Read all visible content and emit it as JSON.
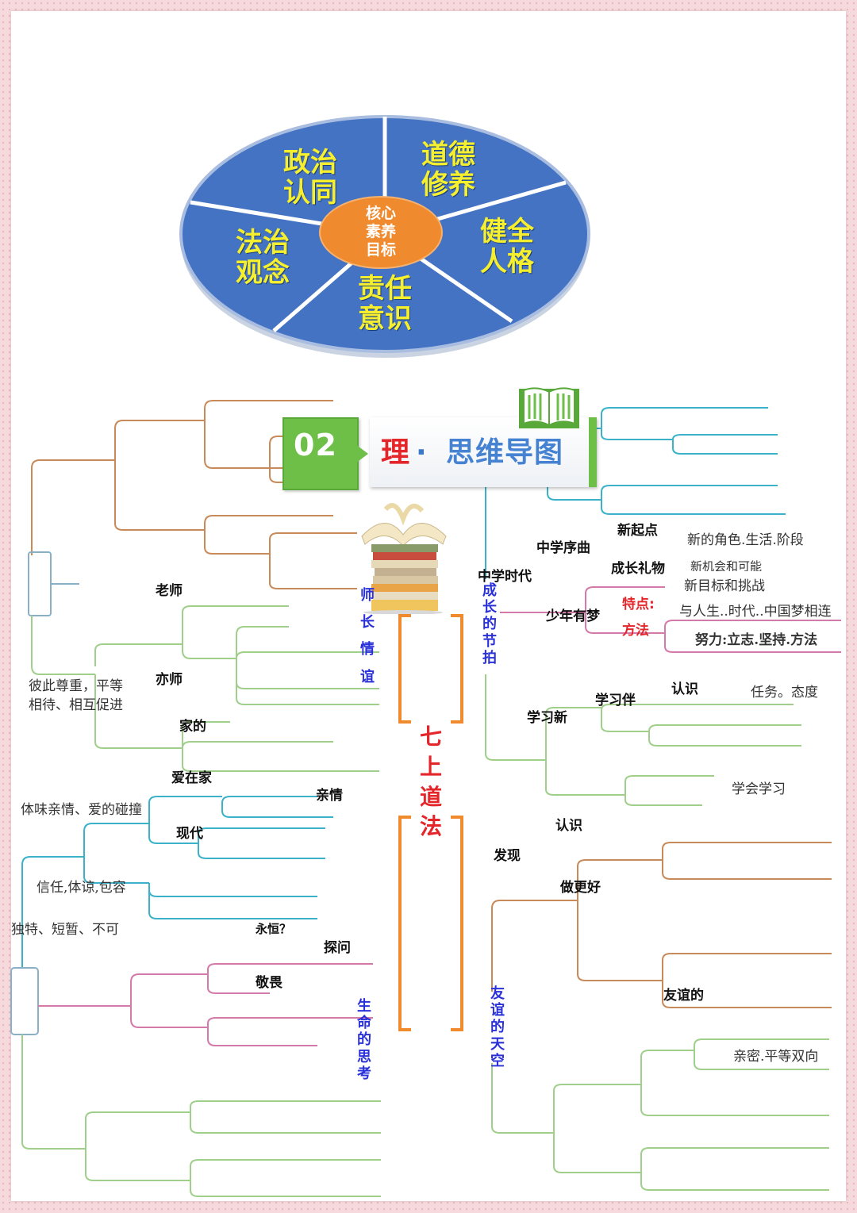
{
  "pie": {
    "center": "核心\n素养\n目标",
    "segments": [
      "政治\n认同",
      "道德\n修养",
      "健全\n人格",
      "责任\n意识",
      "法治\n观念"
    ]
  },
  "banner": {
    "number": "02",
    "title_red": "理",
    "dot": "·",
    "title_blue": "思维导图"
  },
  "central_topic": "七上道法",
  "branch_labels": {
    "teacher": "师长情谊",
    "growth": "成长的节拍",
    "life": "生命的思考",
    "friendship": "友谊的天空"
  },
  "right_top": {
    "middle_school_era": "中学时代",
    "middle_school_prelude": "中学序曲",
    "new_start": "新起点",
    "new_start_detail": "新的角色.生活.阶段",
    "growth_gift": "成长礼物",
    "growth_gift_detail": "新机会和可能",
    "new_goal": "新目标和挑战",
    "youth_dream": "少年有梦",
    "feature": "特点:",
    "feature_detail": "与人生..时代..中国梦相连",
    "method": "方法",
    "effort": "努力:立志.坚持.方法",
    "study_new": "学习新",
    "study_companion": "学习伴",
    "recognize": "认识",
    "task_attitude": "任务。态度",
    "learn_to_learn": "学会学习"
  },
  "right_bottom": {
    "recognize2": "认识",
    "discover": "发现",
    "do_better": "做更好",
    "friendship_of": "友谊的",
    "intimate": "亲密.平等双向"
  },
  "left_top": {
    "teacher": "老师",
    "yishi": "亦师",
    "mutual_respect": "彼此尊重，平等",
    "mutual_respect2": "相待、相互促进",
    "home_of": "家的",
    "love_home": "爱在家"
  },
  "left_bottom": {
    "family_love": "亲情",
    "taste_love": "体味亲情、爱的碰撞",
    "modern": "现代",
    "trust": "信任,体谅,包容",
    "eternal": "永恒？",
    "unique": "独特、短暂、不可",
    "explore": "探问",
    "reverence": "敬畏"
  }
}
